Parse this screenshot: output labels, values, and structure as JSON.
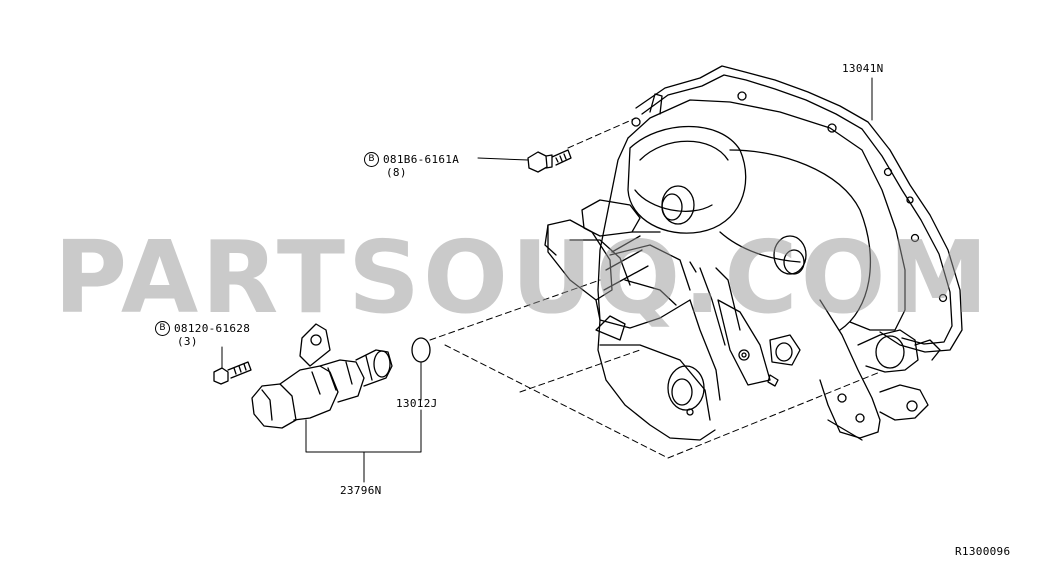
{
  "watermark": "PARTSOUQ.COM",
  "bolt_marker": "B",
  "parts": {
    "cover": "13041N",
    "bolt_upper": {
      "code": "081B6-6161A",
      "qty": "(8)"
    },
    "bolt_lower": {
      "code": "08120-61628",
      "qty": "(3)"
    },
    "oring": "13012J",
    "valve": "23796N"
  },
  "reference": "R1300096"
}
